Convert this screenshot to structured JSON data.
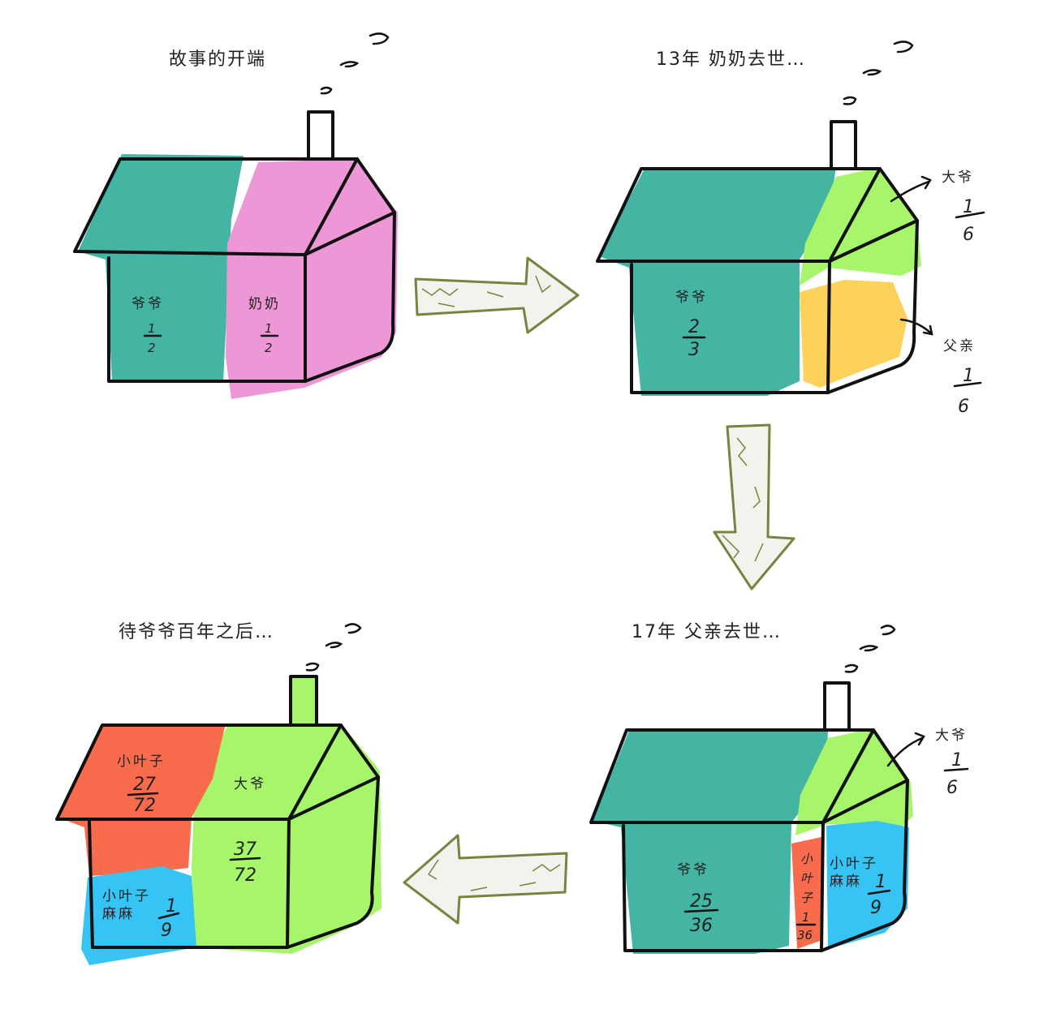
{
  "colors": {
    "teal": "#45b5a3",
    "pink": "#ee97d6",
    "lime": "#a6f56a",
    "yellow": "#fdd25b",
    "orange": "#f86c4d",
    "sky": "#36c4f4",
    "ink": "#111111",
    "arrow_outline": "#7a8240"
  },
  "panels": {
    "p1": {
      "title": "故事的开端",
      "left": {
        "label": "爷爷",
        "num": "1",
        "den": "2"
      },
      "right": {
        "label": "奶奶",
        "num": "1",
        "den": "2"
      }
    },
    "p2": {
      "title": "13年  奶奶去世…",
      "main": {
        "label": "爷爷",
        "num": "2",
        "den": "3"
      },
      "side1": {
        "label": "大爷",
        "num": "1",
        "den": "6"
      },
      "side2": {
        "label": "父亲",
        "num": "1",
        "den": "6"
      }
    },
    "p3": {
      "title": "17年  父亲去世…",
      "main": {
        "label": "爷爷",
        "num": "25",
        "den": "36"
      },
      "strip": {
        "label": "小叶子",
        "num": "1",
        "den": "36"
      },
      "side": {
        "label": "小叶子麻麻",
        "num": "1",
        "den": "9"
      },
      "callout": {
        "label": "大爷",
        "num": "1",
        "den": "6"
      }
    },
    "p4": {
      "title": "待爷爷百年之后…",
      "roof": {
        "label": "小叶子",
        "num": "27",
        "den": "72"
      },
      "right": {
        "label": "大爷",
        "num": "37",
        "den": "72"
      },
      "corner": {
        "label": "小叶子麻麻",
        "num": "1",
        "den": "9"
      }
    }
  },
  "icons": [
    "smoke-icon",
    "chimney-icon",
    "arrow-right-icon",
    "arrow-down-icon",
    "arrow-left-icon"
  ]
}
